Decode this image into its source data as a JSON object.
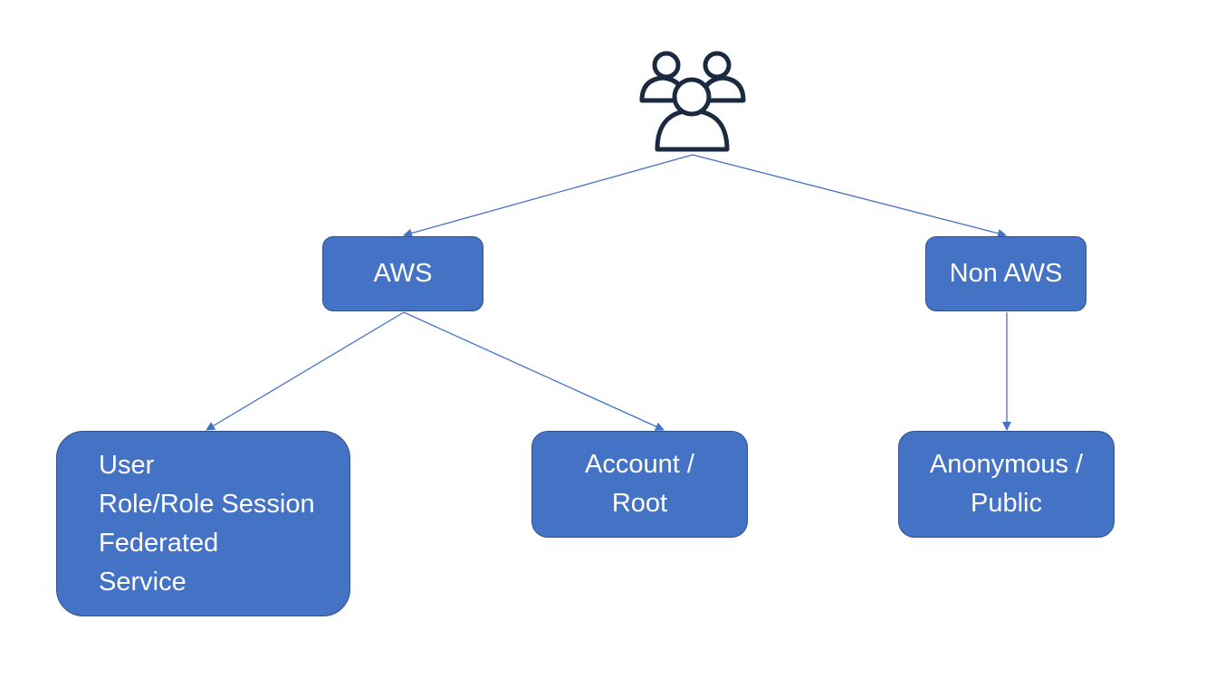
{
  "colors": {
    "node_fill": "#4472c4",
    "node_border": "#2f528f",
    "node_text": "#ffffff",
    "connector": "#4472c4",
    "icon_stroke": "#1b2a41"
  },
  "root": {
    "icon": "users-group-icon"
  },
  "nodes": {
    "aws": {
      "label": "AWS"
    },
    "non_aws": {
      "label": "Non AWS"
    },
    "principals": {
      "lines": [
        "User",
        "Role/Role Session",
        "Federated",
        "Service"
      ]
    },
    "account_root": {
      "lines": [
        "Account /",
        "Root"
      ]
    },
    "anonymous_public": {
      "lines": [
        "Anonymous /",
        "Public"
      ]
    }
  }
}
